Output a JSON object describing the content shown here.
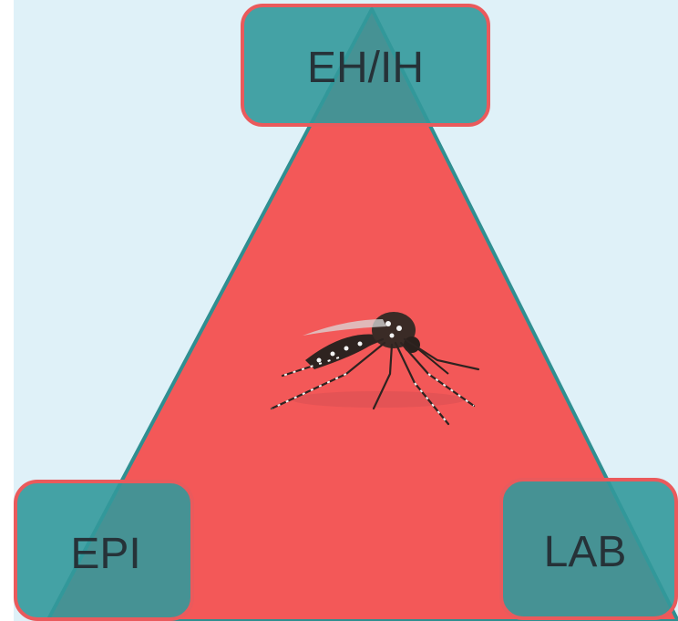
{
  "diagram": {
    "top_box": {
      "label": "EH/IH"
    },
    "left_box": {
      "label": "EPI"
    },
    "right_box": {
      "label": "LAB"
    },
    "center_image": {
      "icon": "mosquito-icon"
    },
    "colors": {
      "background": "#DFF1F8",
      "triangle_fill": "#F35858",
      "triangle_stroke": "#2F8F91",
      "box_fill": "#33999B",
      "box_stroke": "#EA5A5C",
      "label_text": "#263238"
    }
  }
}
